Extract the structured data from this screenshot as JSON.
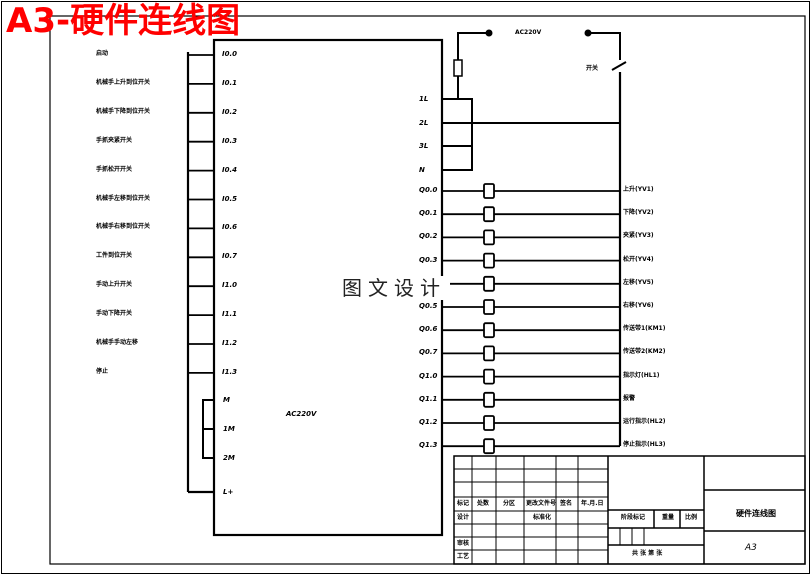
{
  "title": "A3-硬件连线图",
  "watermark": "图文设计",
  "top_labels": {
    "ac220v": "AC220V",
    "switch": "开关"
  },
  "center_label": "AC220V",
  "inputs": [
    {
      "label": "启动",
      "pin": "I0.0"
    },
    {
      "label": "机械手上升到位开关",
      "pin": "I0.1"
    },
    {
      "label": "机械手下降到位开关",
      "pin": "I0.2"
    },
    {
      "label": "手抓夹紧开关",
      "pin": "I0.3"
    },
    {
      "label": "手抓松开开关",
      "pin": "I0.4"
    },
    {
      "label": "机械手左移到位开关",
      "pin": "I0.5"
    },
    {
      "label": "机械手右移到位开关",
      "pin": "I0.6"
    },
    {
      "label": "工件到位开关",
      "pin": "I0.7"
    },
    {
      "label": "手动上升开关",
      "pin": "I1.0"
    },
    {
      "label": "手动下降开关",
      "pin": "I1.1"
    },
    {
      "label": "机械手手动左移",
      "pin": "I1.2"
    },
    {
      "label": "停止",
      "pin": "I1.3"
    }
  ],
  "lower_pins": [
    "M",
    "1M",
    "2M",
    "L+"
  ],
  "right_top_pins": [
    "1L",
    "2L",
    "3L",
    "N"
  ],
  "outputs": [
    {
      "pin": "Q0.0",
      "label": "上升(YV1)"
    },
    {
      "pin": "Q0.1",
      "label": "下降(YV2)"
    },
    {
      "pin": "Q0.2",
      "label": "夹紧(YV3)"
    },
    {
      "pin": "Q0.3",
      "label": "松开(YV4)"
    },
    {
      "pin": "Q0.4",
      "label": "左移(YV5)"
    },
    {
      "pin": "Q0.5",
      "label": "右移(YV6)"
    },
    {
      "pin": "Q0.6",
      "label": "传送带1(KM1)"
    },
    {
      "pin": "Q0.7",
      "label": "传送带2(KM2)"
    },
    {
      "pin": "Q1.0",
      "label": "指示灯(HL1)"
    },
    {
      "pin": "Q1.1",
      "label": "报警"
    },
    {
      "pin": "Q1.2",
      "label": "运行指示(HL2)"
    },
    {
      "pin": "Q1.3",
      "label": "停止指示(HL3)"
    }
  ],
  "title_block": {
    "row_headers": [
      "标记",
      "处数",
      "分区",
      "更改文件号",
      "签名",
      "年.月.日"
    ],
    "design": "设计",
    "standard": "标准化",
    "review": "审核",
    "process": "工艺",
    "stage": "阶段标记",
    "weight": "重量",
    "scale": "比例",
    "sheets": "共 张 第 张",
    "drawing_name": "硬件连线图",
    "drawing_code": "A3"
  },
  "colors": {
    "title": "#ff0000",
    "line": "#000000",
    "background": "#ffffff"
  }
}
